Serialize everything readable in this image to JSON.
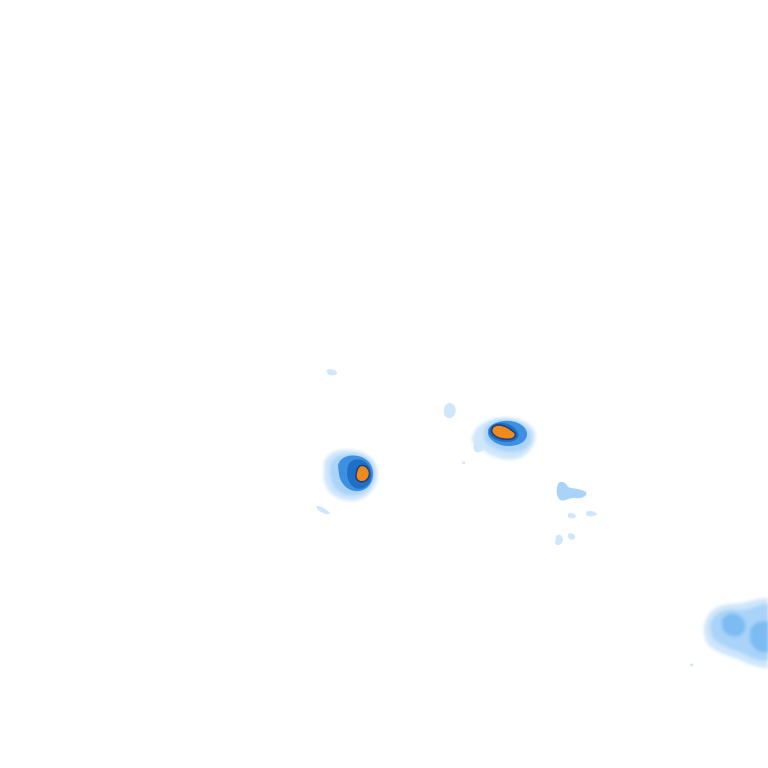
{
  "map": {
    "type": "precipitation-radar-tile",
    "background_color": "#ffffff",
    "legend_colors": {
      "very_light": "#cfe6fb",
      "light": "#a9d3f8",
      "moderate": "#7cbcf2",
      "heavy": "#3d8fe0",
      "very_heavy": "#1f6fc7",
      "intense": "#f08a1c",
      "intense_outline": "#1c3f7a"
    },
    "cells": [
      {
        "name": "cell-west",
        "intensity": "intense"
      },
      {
        "name": "cell-central",
        "intensity": "intense"
      },
      {
        "name": "cell-southeast-edge",
        "intensity": "moderate"
      },
      {
        "name": "scattered-fragments",
        "intensity": "very_light"
      }
    ]
  }
}
